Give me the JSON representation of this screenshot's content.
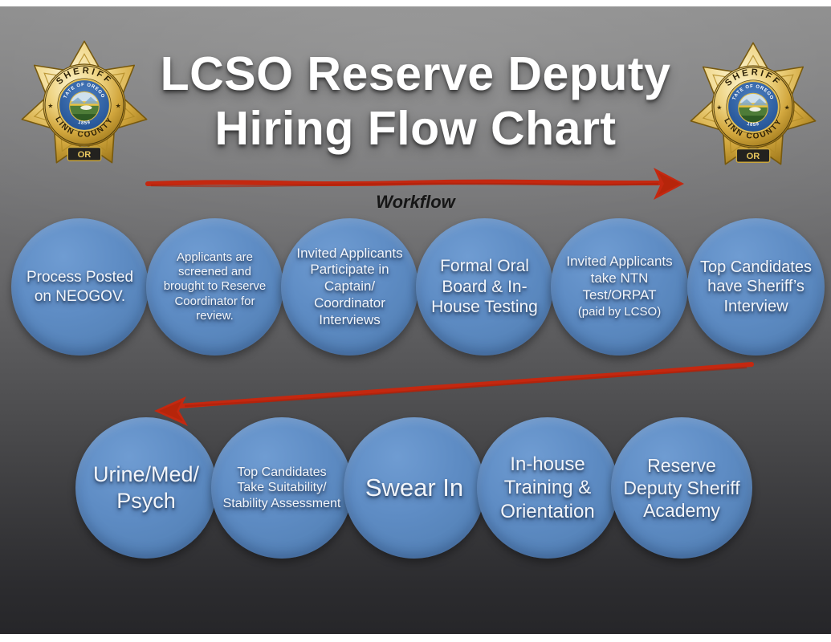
{
  "slide": {
    "title_line1": "LCSO Reserve Deputy",
    "title_line2": "Hiring Flow Chart",
    "workflow_label": "Workflow"
  },
  "badge": {
    "top_text": "SHERIFF",
    "bottom_text": "LINN COUNTY",
    "state_abbr": "OR",
    "seal_title": "STATE OF OREGON",
    "seal_year": "1859",
    "decor_star": "★"
  },
  "colors": {
    "arrow_red": "#c42810",
    "circle_blue": "#5e8cc4",
    "badge_gold": "#d2a83e",
    "background_top": "#8c8c8c",
    "background_bottom": "#262629"
  },
  "flow_row1": [
    {
      "label": "Process Posted on NEOGOV."
    },
    {
      "label": "Applicants are screened and brought to Reserve Coordinator for review."
    },
    {
      "label": "Invited Applicants Participate in Captain/ Coordinator Interviews"
    },
    {
      "label": "Formal Oral Board & In-House Testing"
    },
    {
      "label": "Invited Applicants take NTN Test/ORPAT",
      "sublabel": "(paid by LCSO)"
    },
    {
      "label": "Top Candidates have Sheriff’s Interview"
    }
  ],
  "flow_row2": [
    {
      "label": "Urine/Med/ Psych"
    },
    {
      "label": "Top Candidates Take Suitability/ Stability Assessment"
    },
    {
      "label": "Swear In"
    },
    {
      "label": "In-house Training & Orientation"
    },
    {
      "label": "Reserve Deputy Sheriff Academy"
    }
  ]
}
